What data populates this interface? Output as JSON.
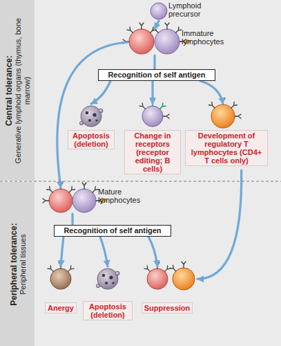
{
  "diagram": {
    "nodes": [
      {
        "text": [
          "Central tolerance:",
          "Generative lymphoid organs (thymus, bone marrow)"
        ]
      },
      {
        "text": [
          "Peripheral tolerance:",
          "Peripheral tissues"
        ]
      },
      {
        "text": [
          "Lymphoid precursor"
        ]
      },
      {
        "text": [
          "Immature lymphocytes"
        ]
      },
      {
        "text": [
          "Recognition of self antigen"
        ]
      },
      {
        "text": [
          "Apoptosis (deletion)"
        ]
      },
      {
        "text": [
          "Change in receptors (receptor editing; B cells)"
        ]
      },
      {
        "text": [
          "Development of regulatory T lymphocytes (CD4+ T cells only)"
        ]
      },
      {
        "text": [
          "Mature lymphocytes"
        ]
      },
      {
        "text": [
          "Recognition of self antigen"
        ]
      },
      {
        "text": [
          "Anergy"
        ]
      },
      {
        "text": [
          "Apoptosis (deletion)"
        ]
      },
      {
        "text": [
          "Suppression"
        ]
      }
    ],
    "edges": [
      {
        "from": 2,
        "to": 3,
        "arrow": "to"
      },
      {
        "from": 3,
        "to": 4,
        "arrow": "none"
      },
      {
        "from": 4,
        "to": 5,
        "arrow": "to"
      },
      {
        "from": 4,
        "to": 6,
        "arrow": "to"
      },
      {
        "from": 4,
        "to": 7,
        "arrow": "to"
      },
      {
        "from": 3,
        "to": 8,
        "arrow": "to"
      },
      {
        "from": 8,
        "to": 9,
        "arrow": "none"
      },
      {
        "from": 9,
        "to": 10,
        "arrow": "to"
      },
      {
        "from": 9,
        "to": 11,
        "arrow": "to"
      },
      {
        "from": 9,
        "to": 12,
        "arrow": "to"
      },
      {
        "from": 7,
        "to": 12,
        "arrow": "to"
      }
    ]
  }
}
